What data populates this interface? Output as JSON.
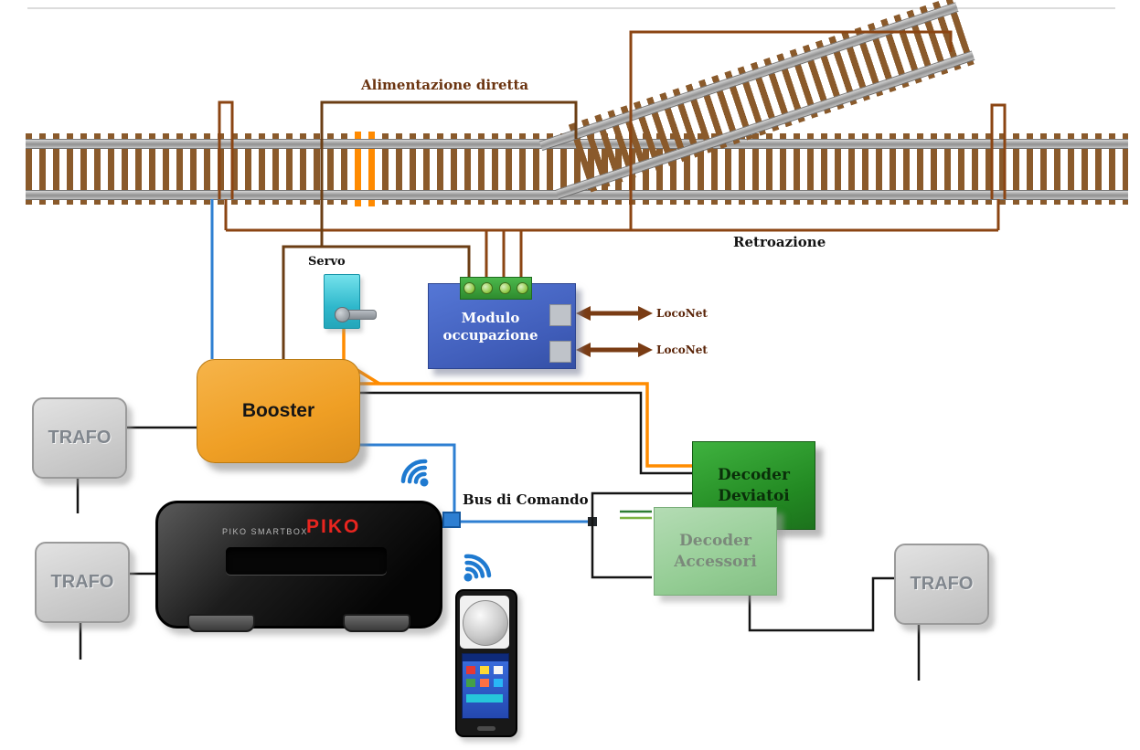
{
  "labels": {
    "direct_feed": "Alimentazione diretta",
    "feedback": "Retroazione",
    "servo": "Servo",
    "command_bus": "Bus di Comando",
    "loconet_top": "LocoNet",
    "loconet_bottom": "LocoNet"
  },
  "occupancy_module": {
    "name_line1": "Modulo",
    "name_line2": "occupazione"
  },
  "booster": {
    "label": "Booster"
  },
  "transformers": {
    "left_top_label": "TRAFO",
    "left_bottom_label": "TRAFO",
    "right_label": "TRAFO"
  },
  "smartbox": {
    "model_text": "PIKO SMARTBOX",
    "brand_text": "PIKO"
  },
  "decoders": {
    "turnout": {
      "line1": "Decoder",
      "line2": "Deviatoi"
    },
    "accessory": {
      "line1": "Decoder",
      "line2": "Accessori"
    }
  },
  "icons": {
    "wireless": "wifi-icon",
    "loconet_link": "double-arrow-icon"
  },
  "colors": {
    "wire_feedback_brown": "#8B4513",
    "wire_direct_feed_brown": "#6b3e14",
    "wire_bus_blue": "#2e7fd2",
    "wire_dcc_orange": "#ff8c00",
    "wire_power_black": "#141414",
    "booster_orange": "#ef9f25",
    "module_blue": "#3f5cb8",
    "turnout_decoder_green": "#238a23",
    "accessory_decoder_green": "#93cc93",
    "trafo_gray": "#c9c9c9",
    "servo_cyan": "#2fb8cc",
    "piko_red": "#e8251f",
    "isolated_section_orange": "#ff8a00"
  }
}
